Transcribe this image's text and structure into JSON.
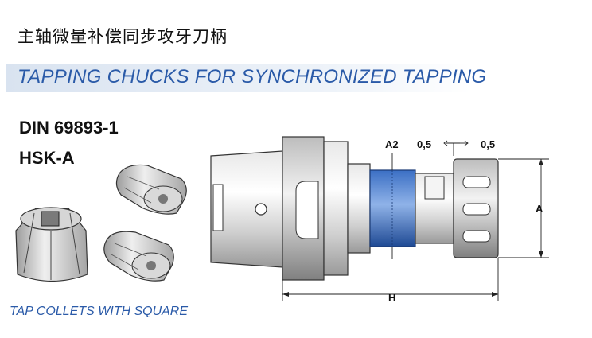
{
  "title_cn": "主轴微量补偿同步攻牙刀柄",
  "banner_title": "TAPPING CHUCKS FOR SYNCHRONIZED TAPPING",
  "standard": "DIN 69893-1",
  "interface": "HSK-A",
  "collet_caption": "TAP COLLETS WITH SQUARE",
  "dimensions": {
    "a2": "A2",
    "offset_left": "0,5",
    "offset_right": "0,5",
    "a": "A",
    "h": "H"
  },
  "colors": {
    "banner_text": "#2a5aa8",
    "compensation_ring": "#2f5fb0"
  }
}
